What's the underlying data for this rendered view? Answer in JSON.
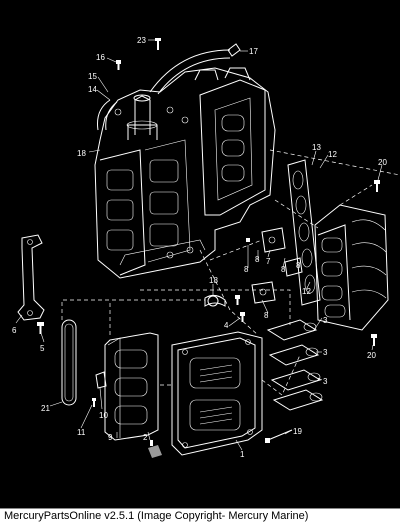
{
  "diagram": {
    "callouts": [
      "23",
      "17",
      "16",
      "15",
      "14",
      "18",
      "13",
      "12",
      "20",
      "7",
      "8",
      "8",
      "8",
      "8",
      "18",
      "8",
      "12",
      "6",
      "5",
      "4",
      "3",
      "3",
      "3",
      "20",
      "21",
      "10",
      "11",
      "9",
      "2",
      "19",
      "1"
    ]
  },
  "caption": {
    "text": "MercuryPartsOnline v2.5.1 (Image Copyright- Mercury Marine)"
  },
  "colors": {
    "background": "#000000",
    "linework": "#ffffff",
    "caption_bar": "#ffffff",
    "caption_text": "#000000"
  }
}
